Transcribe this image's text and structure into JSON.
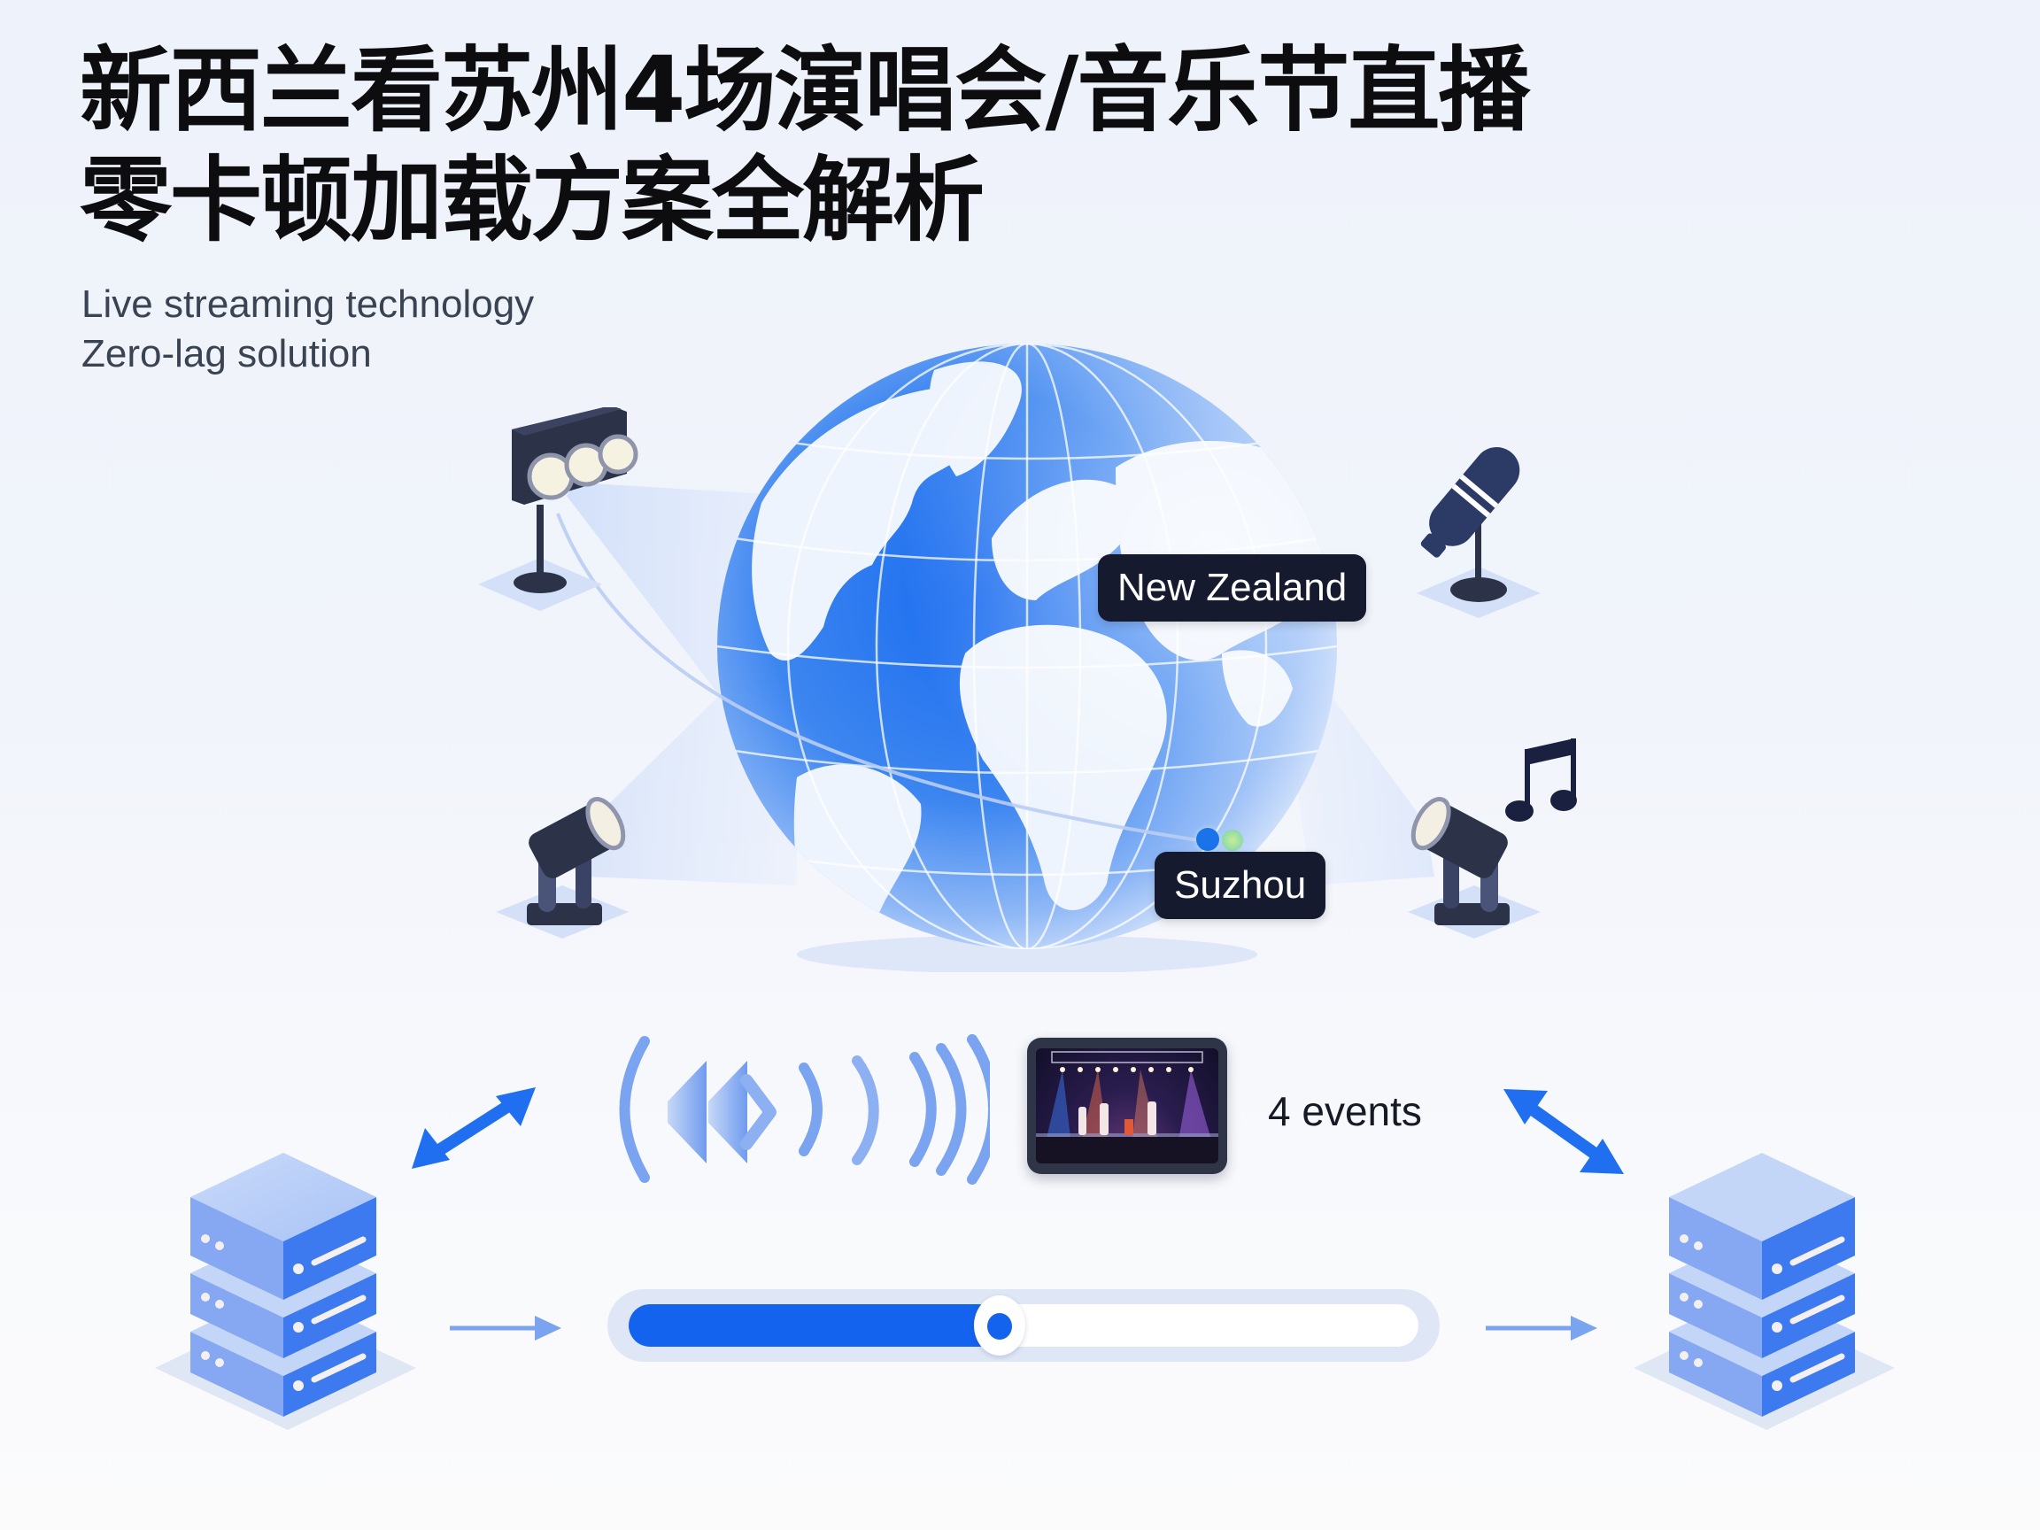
{
  "header": {
    "title_line1": "新西兰看苏州4场演唱会/音乐节直播",
    "title_line2": "零卡顿加载方案全解析",
    "subtitle_line1": "Live streaming technology",
    "subtitle_line2": "Zero-lag solution"
  },
  "globe": {
    "label_origin": "New Zealand",
    "label_destination": "Suzhou",
    "marker_colors": [
      "#1a73e8",
      "#9be07a"
    ]
  },
  "stage_props": {
    "top_left": "light-bar-icon",
    "top_right": "microphone-icon",
    "bottom_left": "spotlight-icon",
    "bottom_right": "spotlight-icon",
    "music": "music-note-icon"
  },
  "stream": {
    "signal_icon": "signal-waves-icon",
    "thumbnail": "concert-stage-thumbnail",
    "events_label": "4 events"
  },
  "servers": {
    "left": "server-stack-icon",
    "right": "server-stack-icon"
  },
  "progress": {
    "percent": 47
  },
  "colors": {
    "accent": "#1463ee",
    "globe_ocean": "#2f7ef0",
    "label_bg": "#151a2e",
    "background": "#eef2fa"
  }
}
